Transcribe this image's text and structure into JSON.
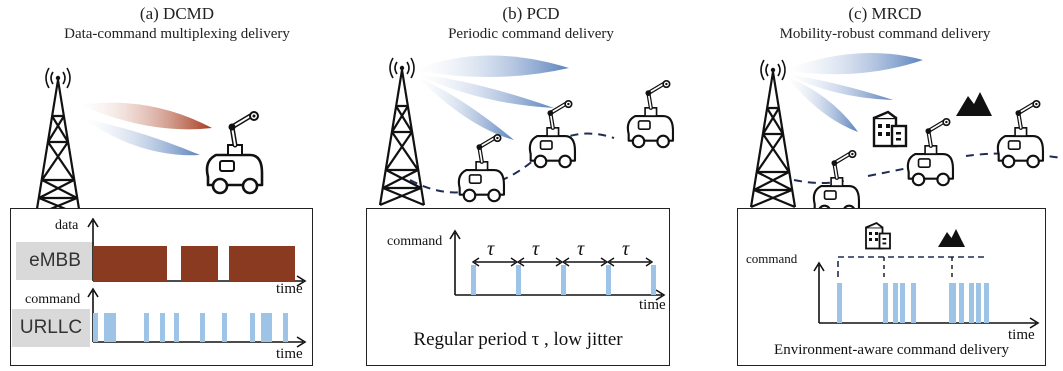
{
  "panels": [
    {
      "title": "(a)  DCMD",
      "subtitle": "Data-command multiplexing delivery",
      "chart": {
        "data_axis": "data",
        "command_axis": "command",
        "time_label": "time",
        "label_embb": "eMBB",
        "label_urllc": "URLLC"
      }
    },
    {
      "title": "(b) PCD",
      "subtitle": "Periodic command delivery",
      "chart": {
        "command_axis": "command",
        "time_label": "time",
        "period_symbol": "τ",
        "caption": "Regular period  τ , low jitter"
      }
    },
    {
      "title": "(c) MRCD",
      "subtitle": "Mobility-robust command delivery",
      "chart": {
        "command_axis": "command",
        "time_label": "time",
        "caption": "Environment-aware command delivery"
      }
    }
  ],
  "icons": [
    "radio-tower-icon",
    "robot-vehicle-icon",
    "building-icon",
    "mountain-icon"
  ],
  "colors": {
    "embb_bar": "#8b3a22",
    "urllc_bar": "#9dc3e6",
    "beam_blue": "#6b8fc4",
    "beam_red": "#b04a2a",
    "trajectory": "#1f2d55"
  }
}
